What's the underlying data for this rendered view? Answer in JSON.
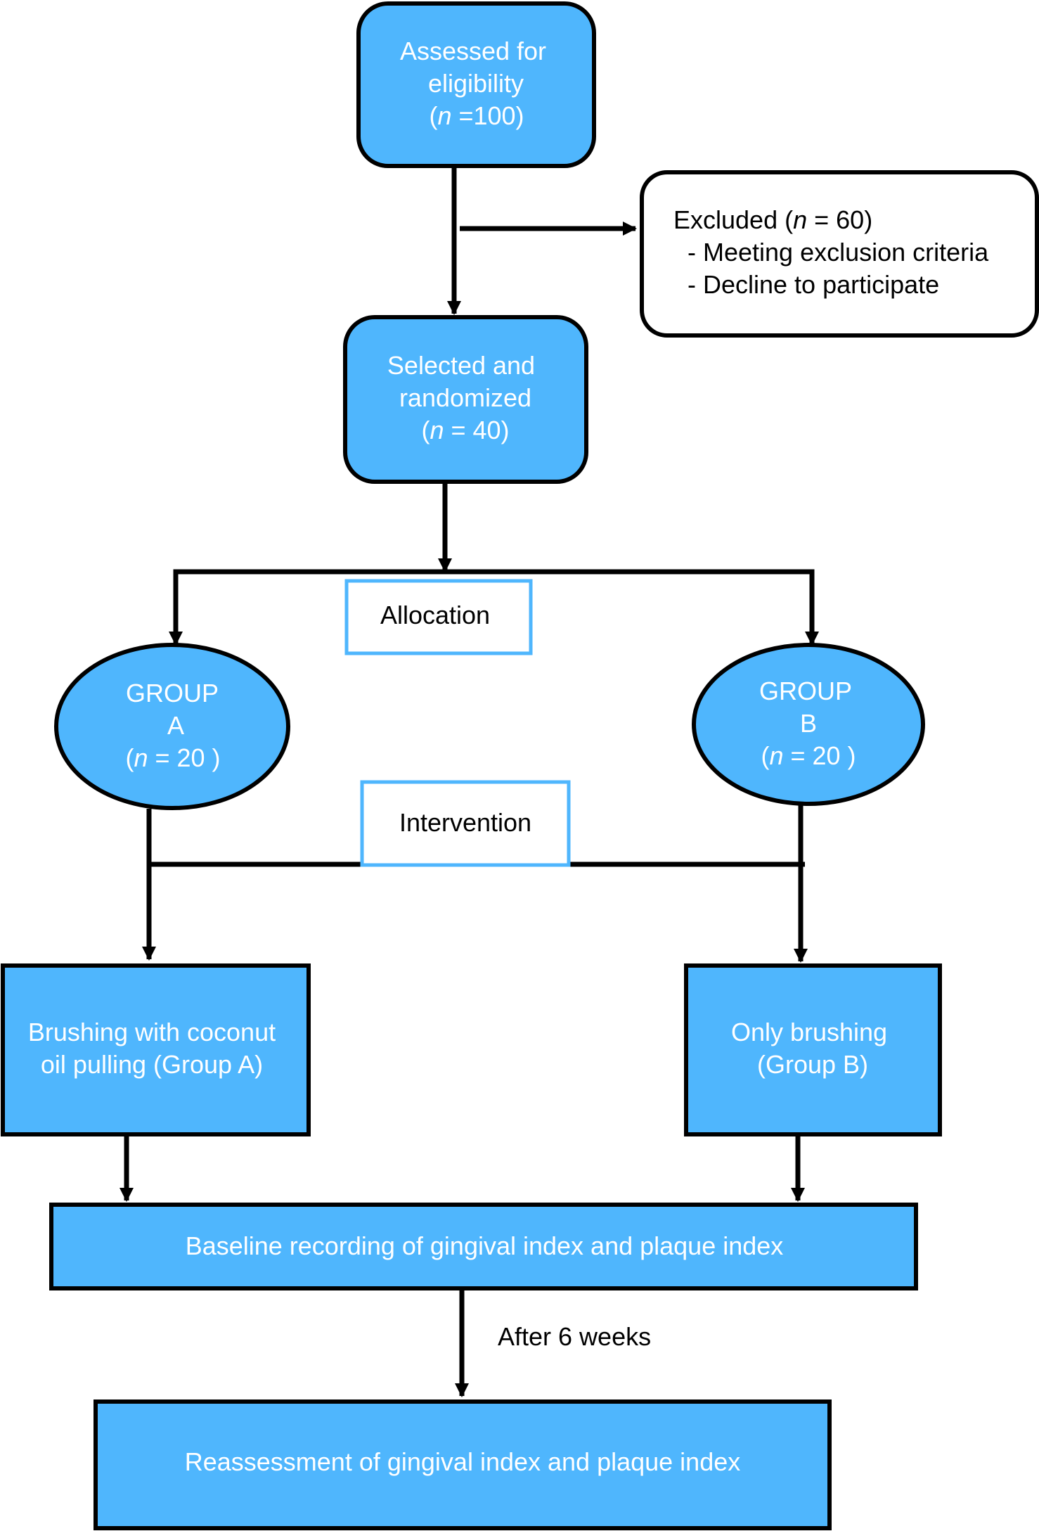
{
  "colors": {
    "box_fill": "#4fb6fd",
    "box_text": "#ffffff",
    "stroke": "#000000",
    "label_border": "#4fb6fd"
  },
  "nodes": {
    "assessed": {
      "line1": "Assessed for",
      "line2": "eligibility",
      "n_open": "(",
      "n_var": "n",
      "n_rest": " =100)"
    },
    "excluded": {
      "title_pre": "Excluded (",
      "n_var": "n",
      "title_post": " = 60)",
      "item1": "- Meeting exclusion criteria",
      "item2": "- Decline to participate"
    },
    "selected": {
      "line1": "Selected and",
      "line2": "randomized",
      "n_open": "(",
      "n_var": "n",
      "n_rest": " = 40)"
    },
    "allocation": {
      "label": "Allocation"
    },
    "group_a": {
      "line1": "GROUP",
      "line2": "A",
      "n_open": "(",
      "n_var": "n",
      "n_rest": " = 20 )"
    },
    "group_b": {
      "line1": "GROUP",
      "line2": "B",
      "n_open": "(",
      "n_var": "n",
      "n_rest": " = 20 )"
    },
    "intervention": {
      "label": "Intervention"
    },
    "treat_a": {
      "line1": "Brushing with coconut",
      "line2": "oil pulling (Group A)"
    },
    "treat_b": {
      "line1": "Only brushing",
      "line2": "(Group B)"
    },
    "baseline": {
      "label": "Baseline recording of gingival index and plaque index"
    },
    "after": {
      "label": "After 6 weeks"
    },
    "reassess": {
      "label": "Reassessment of gingival index and plaque index"
    }
  }
}
